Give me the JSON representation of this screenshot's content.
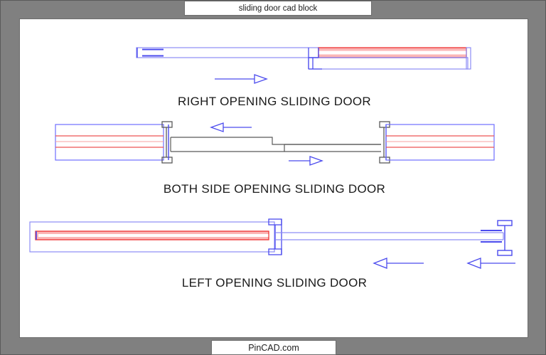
{
  "window": {
    "title": "sliding door cad block",
    "footer": "PinCAD.com",
    "frame_color": "#808080",
    "sheet_color": "#ffffff"
  },
  "palette": {
    "blue": "#4a4aee",
    "blue_light": "#8d8df5",
    "red": "#ee3b3b",
    "red_light": "#f7a0a0",
    "gray_line": "#595959",
    "text": "#1a1a1a"
  },
  "drawings": [
    {
      "id": "right-opening-sliding-door",
      "caption": "RIGHT OPENING SLIDING DOOR",
      "arrows": [
        {
          "direction": "right",
          "label": "slide-direction-right"
        }
      ],
      "panels": [
        {
          "name": "fixed-panel",
          "fill": "none",
          "outline": "blue"
        },
        {
          "name": "sliding-door-leaf",
          "fill": "red",
          "outline": "red"
        }
      ],
      "jambs": [
        "center-jamb"
      ]
    },
    {
      "id": "both-side-opening-sliding-door",
      "caption": "BOTH SIDE OPENING SLIDING DOOR",
      "arrows": [
        {
          "direction": "left",
          "label": "slide-direction-left"
        },
        {
          "direction": "right",
          "label": "slide-direction-right"
        }
      ],
      "panels": [
        {
          "name": "left-door-leaf",
          "fill": "none",
          "outline": "blue"
        },
        {
          "name": "right-door-leaf",
          "fill": "none",
          "outline": "blue"
        }
      ],
      "jambs": [
        "left-jamb",
        "right-jamb"
      ]
    },
    {
      "id": "left-opening-sliding-door",
      "caption": "LEFT OPENING SLIDING DOOR",
      "arrows": [
        {
          "direction": "left",
          "label": "slide-direction-left-inner"
        },
        {
          "direction": "left",
          "label": "slide-direction-left-outer"
        }
      ],
      "panels": [
        {
          "name": "pocket-cavity",
          "fill": "none",
          "outline": "blue"
        },
        {
          "name": "sliding-door-leaf",
          "fill": "red",
          "outline": "red"
        }
      ],
      "jambs": [
        "mid-jamb",
        "end-jamb"
      ]
    }
  ]
}
